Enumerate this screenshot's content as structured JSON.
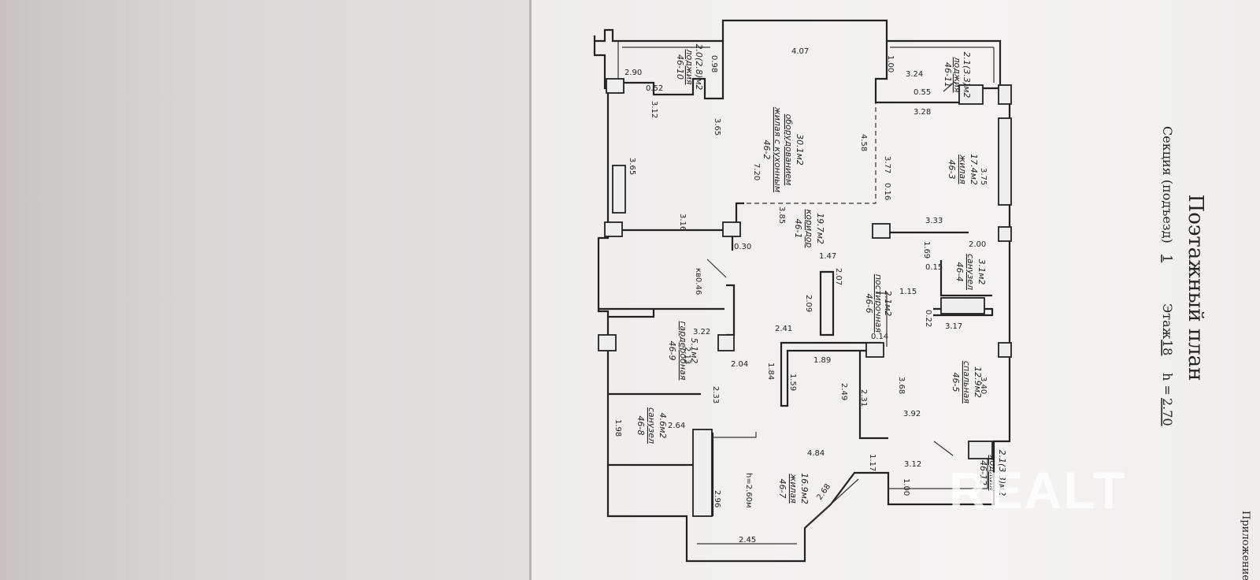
{
  "header": {
    "title": "Поэтажный план",
    "section_label": "Секция (подъезд)",
    "section_no": "1",
    "floor_label": "Этаж",
    "floor_no": "18",
    "height_label": "h =",
    "height_value": "2.70",
    "appendix": "Приложение"
  },
  "rooms": {
    "r1": {
      "code": "46-1",
      "name": "коридор",
      "area": "19.7м2"
    },
    "r2": {
      "code": "46-2",
      "name1": "жилая с кухонным",
      "name2": "оборудованием",
      "area": "30.1м2"
    },
    "r3": {
      "code": "46-3",
      "name": "жилая",
      "area": "17.4м2"
    },
    "r4": {
      "code": "46-4",
      "name": "санузел",
      "area": "3.1м2"
    },
    "r5": {
      "code": "46-5",
      "name": "спальная",
      "area": "12.9м2"
    },
    "r6": {
      "code": "46-6",
      "name": "постирочная",
      "area": "2.1м2"
    },
    "r7": {
      "code": "46-7",
      "name": "жилая",
      "area": "16.9м2"
    },
    "r8": {
      "code": "46-8",
      "name": "санузел",
      "area": "4.6м2"
    },
    "r9": {
      "code": "46-9",
      "name": "гардеробная",
      "area": "5.1м2"
    },
    "r10": {
      "code": "46-10",
      "name": "лоджия",
      "area": "2.0(2.8)м2"
    },
    "r11": {
      "code": "46-11",
      "name": "лоджия",
      "area": "2.1(3.3)м2"
    },
    "r12": {
      "code": "46-12",
      "name": "лоджия",
      "area": "2.1(3.3)м2"
    }
  },
  "dims": {
    "d407": "4.07",
    "d098": "0.98",
    "d290": "2.90",
    "d052": "0.52",
    "d312a": "3.12",
    "d365a": "3.65",
    "d365b": "3.65",
    "d720": "7.20",
    "d458": "4.58",
    "d377": "3.77",
    "d016": "0.16",
    "d316": "3.16",
    "d030": "0.30",
    "d385": "3.85",
    "d100a": "1.00",
    "d324": "3.24",
    "d055": "0.55",
    "d328": "3.28",
    "d375": "3.75",
    "d333": "3.33",
    "d200": "2.00",
    "d169": "1.69",
    "d015": "0.15",
    "d115": "1.15",
    "d022": "0.22",
    "d317": "3.17",
    "d340": "3.40",
    "d368": "3.68",
    "d392": "3.92",
    "d312b": "3.12",
    "d100b": "1.00",
    "d117": "1.17",
    "d231": "2.31",
    "d249": "2.49",
    "d189": "1.89",
    "d147": "1.47",
    "d207": "2.07",
    "d209": "2.09",
    "d014": "0.14",
    "d241": "2.41",
    "d322": "3.22",
    "d046": "кв0.46",
    "d213": "2.13",
    "d204": "2.04",
    "d184": "1.84",
    "d159": "1.59",
    "d233": "2.33",
    "d264": "2.64",
    "d198": "1.98",
    "d484": "4.84",
    "d296": "2.96",
    "d268": "2.68",
    "d245": "2.45",
    "h260": "h=2.60м"
  },
  "watermark": "REALT"
}
